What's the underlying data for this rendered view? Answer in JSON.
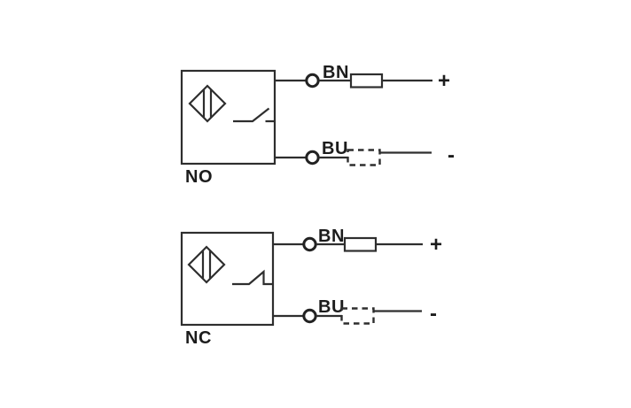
{
  "page": {
    "background": "#ffffff",
    "line_color": "#2e2e2e",
    "text_color": "#1c1c1c"
  },
  "circuits": [
    {
      "type_label": "NO",
      "sensor_symbol": "inductive-proximity-sensor-diamond",
      "contact_symbol": "normally-open-contact",
      "top_wire": {
        "label": "BN",
        "polarity": "+",
        "load": "resistor-solid"
      },
      "bottom_wire": {
        "label": "BU",
        "polarity": "-",
        "load": "load-dashed"
      }
    },
    {
      "type_label": "NC",
      "sensor_symbol": "inductive-proximity-sensor-diamond",
      "contact_symbol": "normally-closed-contact",
      "top_wire": {
        "label": "BN",
        "polarity": "+",
        "load": "resistor-solid"
      },
      "bottom_wire": {
        "label": "BU",
        "polarity": "-",
        "load": "load-dashed"
      }
    }
  ]
}
